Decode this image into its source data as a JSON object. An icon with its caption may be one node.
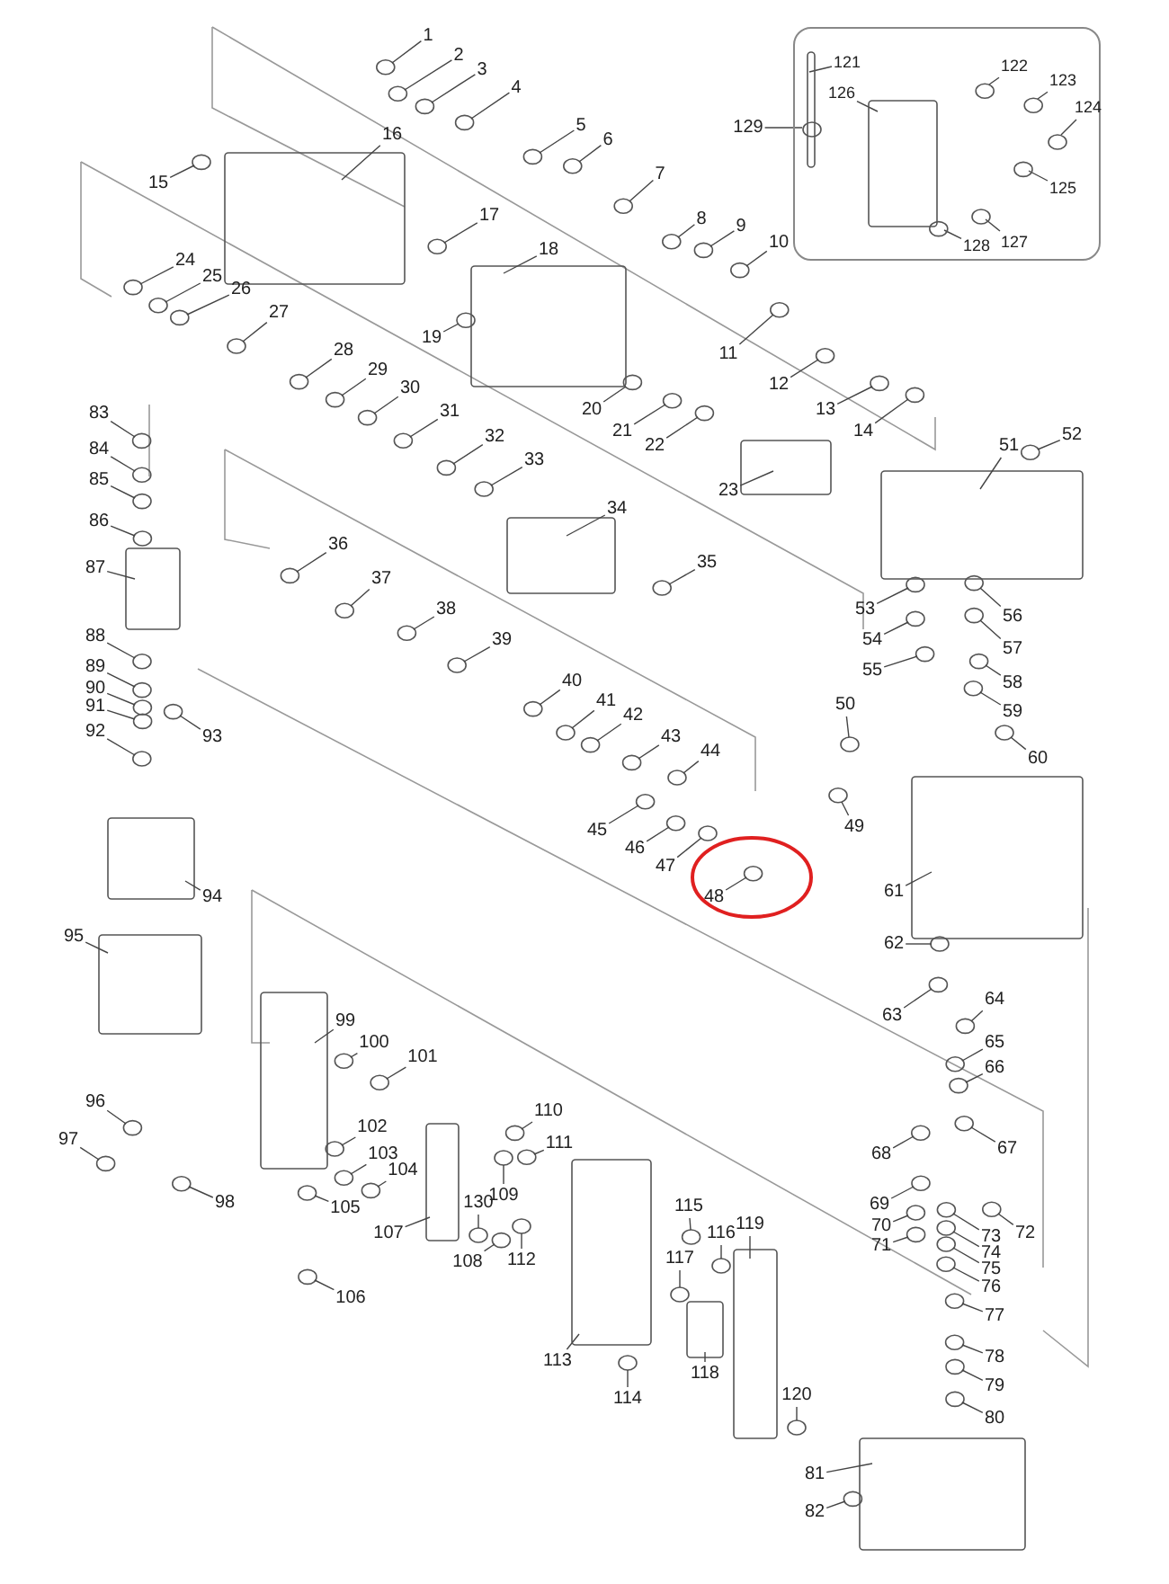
{
  "diagram": {
    "nodes": [
      {
        "text": [],
        "shape": "box"
      },
      {
        "text": [
          "1"
        ]
      },
      {
        "text": [
          "2"
        ]
      },
      {
        "text": [
          "3"
        ]
      },
      {
        "text": [
          "4"
        ]
      },
      {
        "text": [
          "5"
        ]
      },
      {
        "text": [
          "6"
        ]
      },
      {
        "text": [
          "7"
        ]
      },
      {
        "text": [
          "8"
        ]
      },
      {
        "text": [
          "9"
        ]
      },
      {
        "text": [
          "10"
        ]
      },
      {
        "text": [
          "11"
        ]
      },
      {
        "text": [
          "12"
        ]
      },
      {
        "text": [
          "13"
        ]
      },
      {
        "text": [
          "14"
        ]
      },
      {
        "text": [
          "15"
        ]
      },
      {
        "text": [
          "16"
        ]
      },
      {
        "text": [
          "17"
        ]
      },
      {
        "text": [
          "18"
        ]
      },
      {
        "text": [
          "19"
        ]
      },
      {
        "text": [
          "20"
        ]
      },
      {
        "text": [
          "21"
        ]
      },
      {
        "text": [
          "22"
        ]
      },
      {
        "text": [
          "23"
        ]
      },
      {
        "text": [
          "24"
        ]
      },
      {
        "text": [
          "25"
        ]
      },
      {
        "text": [
          "26"
        ]
      },
      {
        "text": [
          "27"
        ]
      },
      {
        "text": [
          "28"
        ]
      },
      {
        "text": [
          "29"
        ]
      },
      {
        "text": [
          "30"
        ]
      },
      {
        "text": [
          "31"
        ]
      },
      {
        "text": [
          "32"
        ]
      },
      {
        "text": [
          "33"
        ]
      },
      {
        "text": [
          "34"
        ]
      },
      {
        "text": [
          "35"
        ]
      },
      {
        "text": [
          "36"
        ]
      },
      {
        "text": [
          "37"
        ]
      },
      {
        "text": [
          "38"
        ]
      },
      {
        "text": [
          "39"
        ]
      },
      {
        "text": [
          "40"
        ]
      },
      {
        "text": [
          "41"
        ]
      },
      {
        "text": [
          "42"
        ]
      },
      {
        "text": [
          "43"
        ]
      },
      {
        "text": [
          "44"
        ]
      },
      {
        "text": [
          "45"
        ]
      },
      {
        "text": [
          "46"
        ]
      },
      {
        "text": [
          "47"
        ]
      },
      {
        "text": [
          "48"
        ]
      },
      {
        "text": [
          "49"
        ]
      },
      {
        "text": [
          "50"
        ]
      },
      {
        "text": [
          "51"
        ]
      },
      {
        "text": [
          "52"
        ]
      },
      {
        "text": [
          "53"
        ]
      },
      {
        "text": [
          "54"
        ]
      },
      {
        "text": [
          "55"
        ]
      },
      {
        "text": [
          "56"
        ]
      },
      {
        "text": [
          "57"
        ]
      },
      {
        "text": [
          "58"
        ]
      },
      {
        "text": [
          "59"
        ]
      },
      {
        "text": [
          "60"
        ]
      },
      {
        "text": [
          "61"
        ]
      },
      {
        "text": [
          "62"
        ]
      },
      {
        "text": [
          "63"
        ]
      },
      {
        "text": [
          "64"
        ]
      },
      {
        "text": [
          "65"
        ]
      },
      {
        "text": [
          "66"
        ]
      },
      {
        "text": [
          "67"
        ]
      },
      {
        "text": [
          "68"
        ]
      },
      {
        "text": [
          "69"
        ]
      },
      {
        "text": [
          "70"
        ]
      },
      {
        "text": [
          "71"
        ]
      },
      {
        "text": [
          "72"
        ]
      },
      {
        "text": [
          "73"
        ]
      },
      {
        "text": [
          "74"
        ]
      },
      {
        "text": [
          "75"
        ]
      },
      {
        "text": [
          "76"
        ]
      },
      {
        "text": [
          "77"
        ]
      },
      {
        "text": [
          "78"
        ]
      },
      {
        "text": [
          "79"
        ]
      },
      {
        "text": [
          "80"
        ]
      },
      {
        "text": [
          "81"
        ]
      },
      {
        "text": [
          "82"
        ]
      },
      {
        "text": [
          "83"
        ]
      },
      {
        "text": [
          "84"
        ]
      },
      {
        "text": [
          "85"
        ]
      },
      {
        "text": [
          "86"
        ]
      },
      {
        "text": [
          "87"
        ]
      },
      {
        "text": [
          "88"
        ]
      },
      {
        "text": [
          "89"
        ]
      },
      {
        "text": [
          "90"
        ]
      },
      {
        "text": [
          "91"
        ]
      },
      {
        "text": [
          "92"
        ]
      },
      {
        "text": [
          "93"
        ]
      },
      {
        "text": [
          "94"
        ]
      },
      {
        "text": [
          "95"
        ]
      },
      {
        "text": [
          "96"
        ]
      },
      {
        "text": [
          "97"
        ]
      },
      {
        "text": [
          "98"
        ]
      },
      {
        "text": [
          "99"
        ]
      },
      {
        "text": [
          "100"
        ]
      },
      {
        "text": [
          "101"
        ]
      },
      {
        "text": [
          "102"
        ]
      },
      {
        "text": [
          "103"
        ]
      },
      {
        "text": [
          "104"
        ]
      },
      {
        "text": [
          "105"
        ]
      },
      {
        "text": [
          "106"
        ]
      },
      {
        "text": [
          "107"
        ]
      },
      {
        "text": [
          "108"
        ]
      },
      {
        "text": [
          "109"
        ]
      },
      {
        "text": [
          "110"
        ]
      },
      {
        "text": [
          "111"
        ]
      },
      {
        "text": [
          "112"
        ]
      },
      {
        "text": [
          "113"
        ]
      },
      {
        "text": [
          "114"
        ]
      },
      {
        "text": [
          "115"
        ]
      },
      {
        "text": [
          "116"
        ]
      },
      {
        "text": [
          "117"
        ]
      },
      {
        "text": [
          "118"
        ]
      },
      {
        "text": [
          "119"
        ]
      },
      {
        "text": [
          "120"
        ]
      },
      {
        "text": [
          "121"
        ],
        "in": 0
      },
      {
        "text": [
          "122"
        ],
        "in": 0
      },
      {
        "text": [
          "123"
        ],
        "in": 0
      },
      {
        "text": [
          "124"
        ],
        "in": 0
      },
      {
        "text": [
          "125"
        ],
        "in": 0
      },
      {
        "text": [
          "126"
        ],
        "in": 0
      },
      {
        "text": [
          "127"
        ],
        "in": 0
      },
      {
        "text": [
          "128"
        ],
        "in": 0
      },
      {
        "text": [
          "129"
        ]
      },
      {
        "text": [
          "130"
        ]
      },
      {
        "text": [],
        "shape": "circle"
      },
      {
        "text": [],
        "shape": "circle"
      },
      {
        "text": [],
        "shape": "circle"
      },
      {
        "text": [],
        "shape": "circle"
      },
      {
        "text": [],
        "shape": "circle"
      },
      {
        "text": [],
        "shape": "circle"
      },
      {
        "text": [],
        "shape": "circle"
      },
      {
        "text": [],
        "shape": "circle"
      },
      {
        "text": [],
        "shape": "circle"
      },
      {
        "text": [],
        "shape": "circle"
      },
      {
        "text": [],
        "shape": "circle"
      },
      {
        "text": [],
        "shape": "circle"
      },
      {
        "text": [],
        "shape": "circle"
      },
      {
        "text": [],
        "shape": "circle"
      },
      {
        "text": [],
        "shape": "circle"
      },
      {
        "text": [],
        "shape": "box"
      },
      {
        "text": [],
        "shape": "circle"
      },
      {
        "text": [],
        "shape": "box"
      },
      {
        "text": [],
        "shape": "circle"
      },
      {
        "text": [],
        "shape": "circle"
      },
      {
        "text": [],
        "shape": "circle"
      },
      {
        "text": [],
        "shape": "circle"
      },
      {
        "text": [],
        "shape": "box"
      },
      {
        "text": [],
        "shape": "circle"
      },
      {
        "text": [],
        "shape": "circle"
      },
      {
        "text": [],
        "shape": "circle"
      },
      {
        "text": [],
        "shape": "circle"
      },
      {
        "text": [],
        "shape": "circle"
      },
      {
        "text": [],
        "shape": "circle"
      },
      {
        "text": [],
        "shape": "circle"
      },
      {
        "text": [],
        "shape": "circle"
      },
      {
        "text": [],
        "shape": "circle"
      },
      {
        "text": [],
        "shape": "circle"
      },
      {
        "text": [],
        "shape": "box"
      },
      {
        "text": [],
        "shape": "circle"
      },
      {
        "text": [],
        "shape": "circle"
      },
      {
        "text": [],
        "shape": "circle"
      },
      {
        "text": [],
        "shape": "circle"
      },
      {
        "text": [],
        "shape": "circle"
      },
      {
        "text": [],
        "shape": "circle"
      },
      {
        "text": [],
        "shape": "circle"
      },
      {
        "text": [],
        "shape": "circle"
      },
      {
        "text": [],
        "shape": "circle"
      },
      {
        "text": [],
        "shape": "circle"
      },
      {
        "text": [],
        "shape": "circle"
      },
      {
        "text": [],
        "shape": "circle"
      },
      {
        "text": [],
        "shape": "circle"
      },
      {
        "text": [],
        "shape": "circle"
      },
      {
        "text": [],
        "shape": "circle"
      },
      {
        "text": [],
        "shape": "circle"
      },
      {
        "text": [],
        "shape": "box"
      },
      {
        "text": [],
        "shape": "circle"
      },
      {
        "text": [],
        "shape": "circle"
      },
      {
        "text": [],
        "shape": "circle"
      },
      {
        "text": [],
        "shape": "circle"
      },
      {
        "text": [],
        "shape": "circle"
      },
      {
        "text": [],
        "shape": "circle"
      },
      {
        "text": [],
        "shape": "circle"
      },
      {
        "text": [],
        "shape": "circle"
      },
      {
        "text": [],
        "shape": "circle"
      },
      {
        "text": [],
        "shape": "box"
      },
      {
        "text": [],
        "shape": "circle"
      },
      {
        "text": [],
        "shape": "circle"
      },
      {
        "text": [],
        "shape": "circle"
      },
      {
        "text": [],
        "shape": "circle"
      },
      {
        "text": [],
        "shape": "circle"
      },
      {
        "text": [],
        "shape": "circle"
      },
      {
        "text": [],
        "shape": "circle"
      },
      {
        "text": [],
        "shape": "circle"
      },
      {
        "text": [],
        "shape": "circle"
      },
      {
        "text": [],
        "shape": "circle"
      },
      {
        "text": [],
        "shape": "circle"
      },
      {
        "text": [],
        "shape": "circle"
      },
      {
        "text": [],
        "shape": "circle"
      },
      {
        "text": [],
        "shape": "circle"
      },
      {
        "text": [],
        "shape": "circle"
      },
      {
        "text": [],
        "shape": "circle"
      },
      {
        "text": [],
        "shape": "circle"
      },
      {
        "text": [],
        "shape": "circle"
      },
      {
        "text": [],
        "shape": "circle"
      },
      {
        "text": [],
        "shape": "box"
      },
      {
        "text": [],
        "shape": "circle"
      },
      {
        "text": [],
        "shape": "circle"
      },
      {
        "text": [],
        "shape": "circle"
      },
      {
        "text": [],
        "shape": "circle"
      },
      {
        "text": [],
        "shape": "circle"
      },
      {
        "text": [],
        "shape": "box"
      },
      {
        "text": [],
        "shape": "circle"
      },
      {
        "text": [],
        "shape": "circle"
      },
      {
        "text": [],
        "shape": "circle"
      },
      {
        "text": [],
        "shape": "circle"
      },
      {
        "text": [],
        "shape": "circle"
      },
      {
        "text": [],
        "shape": "circle"
      },
      {
        "text": [],
        "shape": "box"
      },
      {
        "text": [],
        "shape": "box"
      },
      {
        "text": [],
        "shape": "circle"
      },
      {
        "text": [],
        "shape": "circle"
      },
      {
        "text": [],
        "shape": "circle"
      },
      {
        "text": [],
        "shape": "box"
      },
      {
        "text": [],
        "shape": "circle"
      },
      {
        "text": [],
        "shape": "circle"
      },
      {
        "text": [],
        "shape": "circle"
      },
      {
        "text": [],
        "shape": "circle"
      },
      {
        "text": [],
        "shape": "circle"
      },
      {
        "text": [],
        "shape": "circle"
      },
      {
        "text": [],
        "shape": "circle"
      },
      {
        "text": [],
        "shape": "box"
      },
      {
        "text": [],
        "shape": "circle"
      },
      {
        "text": [],
        "shape": "circle"
      },
      {
        "text": [],
        "shape": "circle"
      },
      {
        "text": [],
        "shape": "circle"
      },
      {
        "text": [],
        "shape": "circle"
      },
      {
        "text": [],
        "shape": "box"
      },
      {
        "text": [],
        "shape": "circle"
      },
      {
        "text": [],
        "shape": "circle"
      },
      {
        "text": [],
        "shape": "circle"
      },
      {
        "text": [],
        "shape": "circle"
      },
      {
        "text": [],
        "shape": "box"
      },
      {
        "text": [],
        "shape": "box"
      },
      {
        "text": [],
        "shape": "circle"
      },
      {
        "text": [],
        "shape": "box",
        "in": 0
      },
      {
        "text": [],
        "shape": "circle",
        "in": 0
      },
      {
        "text": [],
        "shape": "circle",
        "in": 0
      },
      {
        "text": [],
        "shape": "circle",
        "in": 0
      },
      {
        "text": [],
        "shape": "circle",
        "in": 0
      },
      {
        "text": [],
        "shape": "box",
        "in": 0
      },
      {
        "text": [],
        "shape": "circle",
        "in": 0
      },
      {
        "text": [],
        "shape": "circle",
        "in": 0
      },
      {
        "text": [],
        "shape": "circle",
        "in": 0
      },
      {
        "text": [],
        "shape": "circle"
      }
    ],
    "edges": [
      {
        "from": 1,
        "to": 131,
        "arrow": "none"
      },
      {
        "from": 2,
        "to": 132,
        "arrow": "none"
      },
      {
        "from": 3,
        "to": 133,
        "arrow": "none"
      },
      {
        "from": 4,
        "to": 134,
        "arrow": "none"
      },
      {
        "from": 5,
        "to": 135,
        "arrow": "none"
      },
      {
        "from": 6,
        "to": 136,
        "arrow": "none"
      },
      {
        "from": 7,
        "to": 137,
        "arrow": "none"
      },
      {
        "from": 8,
        "to": 138,
        "arrow": "none"
      },
      {
        "from": 9,
        "to": 139,
        "arrow": "none"
      },
      {
        "from": 10,
        "to": 140,
        "arrow": "none"
      },
      {
        "from": 11,
        "to": 141,
        "arrow": "none"
      },
      {
        "from": 12,
        "to": 142,
        "arrow": "none"
      },
      {
        "from": 13,
        "to": 143,
        "arrow": "none"
      },
      {
        "from": 14,
        "to": 144,
        "arrow": "none"
      },
      {
        "from": 15,
        "to": 145,
        "arrow": "none"
      },
      {
        "from": 16,
        "to": 146,
        "arrow": "none"
      },
      {
        "from": 17,
        "to": 147,
        "arrow": "none"
      },
      {
        "from": 18,
        "to": 148,
        "arrow": "none"
      },
      {
        "from": 19,
        "to": 149,
        "arrow": "none"
      },
      {
        "from": 20,
        "to": 150,
        "arrow": "none"
      },
      {
        "from": 21,
        "to": 151,
        "arrow": "none"
      },
      {
        "from": 22,
        "to": 152,
        "arrow": "none"
      },
      {
        "from": 23,
        "to": 153,
        "arrow": "none"
      },
      {
        "from": 24,
        "to": 154,
        "arrow": "none"
      },
      {
        "from": 25,
        "to": 155,
        "arrow": "none"
      },
      {
        "from": 26,
        "to": 156,
        "arrow": "none"
      },
      {
        "from": 27,
        "to": 157,
        "arrow": "none"
      },
      {
        "from": 28,
        "to": 158,
        "arrow": "none"
      },
      {
        "from": 29,
        "to": 159,
        "arrow": "none"
      },
      {
        "from": 30,
        "to": 160,
        "arrow": "none"
      },
      {
        "from": 31,
        "to": 161,
        "arrow": "none"
      },
      {
        "from": 32,
        "to": 162,
        "arrow": "none"
      },
      {
        "from": 33,
        "to": 163,
        "arrow": "none"
      },
      {
        "from": 34,
        "to": 164,
        "arrow": "none"
      },
      {
        "from": 35,
        "to": 165,
        "arrow": "none"
      },
      {
        "from": 36,
        "to": 166,
        "arrow": "none"
      },
      {
        "from": 37,
        "to": 167,
        "arrow": "none"
      },
      {
        "from": 38,
        "to": 168,
        "arrow": "none"
      },
      {
        "from": 39,
        "to": 169,
        "arrow": "none"
      },
      {
        "from": 40,
        "to": 170,
        "arrow": "none"
      },
      {
        "from": 41,
        "to": 171,
        "arrow": "none"
      },
      {
        "from": 42,
        "to": 172,
        "arrow": "none"
      },
      {
        "from": 43,
        "to": 173,
        "arrow": "none"
      },
      {
        "from": 44,
        "to": 174,
        "arrow": "none"
      },
      {
        "from": 45,
        "to": 175,
        "arrow": "none"
      },
      {
        "from": 46,
        "to": 176,
        "arrow": "none"
      },
      {
        "from": 47,
        "to": 177,
        "arrow": "none"
      },
      {
        "from": 48,
        "to": 178,
        "arrow": "none"
      },
      {
        "from": 49,
        "to": 179,
        "arrow": "none"
      },
      {
        "from": 50,
        "to": 180,
        "arrow": "none"
      },
      {
        "from": 51,
        "to": 181,
        "arrow": "none"
      },
      {
        "from": 52,
        "to": 182,
        "arrow": "none"
      },
      {
        "from": 53,
        "to": 183,
        "arrow": "none"
      },
      {
        "from": 54,
        "to": 184,
        "arrow": "none"
      },
      {
        "from": 55,
        "to": 185,
        "arrow": "none"
      },
      {
        "from": 56,
        "to": 186,
        "arrow": "none"
      },
      {
        "from": 57,
        "to": 187,
        "arrow": "none"
      },
      {
        "from": 58,
        "to": 188,
        "arrow": "none"
      },
      {
        "from": 59,
        "to": 189,
        "arrow": "none"
      },
      {
        "from": 60,
        "to": 190,
        "arrow": "none"
      },
      {
        "from": 61,
        "to": 191,
        "arrow": "none"
      },
      {
        "from": 62,
        "to": 192,
        "arrow": "none"
      },
      {
        "from": 63,
        "to": 193,
        "arrow": "none"
      },
      {
        "from": 64,
        "to": 194,
        "arrow": "none"
      },
      {
        "from": 65,
        "to": 195,
        "arrow": "none"
      },
      {
        "from": 66,
        "to": 196,
        "arrow": "none"
      },
      {
        "from": 67,
        "to": 197,
        "arrow": "none"
      },
      {
        "from": 68,
        "to": 198,
        "arrow": "none"
      },
      {
        "from": 69,
        "to": 199,
        "arrow": "none"
      },
      {
        "from": 70,
        "to": 200,
        "arrow": "none"
      },
      {
        "from": 71,
        "to": 201,
        "arrow": "none"
      },
      {
        "from": 72,
        "to": 202,
        "arrow": "none"
      },
      {
        "from": 73,
        "to": 203,
        "arrow": "none"
      },
      {
        "from": 74,
        "to": 204,
        "arrow": "none"
      },
      {
        "from": 75,
        "to": 205,
        "arrow": "none"
      },
      {
        "from": 76,
        "to": 206,
        "arrow": "none"
      },
      {
        "from": 77,
        "to": 207,
        "arrow": "none"
      },
      {
        "from": 78,
        "to": 208,
        "arrow": "none"
      },
      {
        "from": 79,
        "to": 209,
        "arrow": "none"
      },
      {
        "from": 80,
        "to": 210,
        "arrow": "none"
      },
      {
        "from": 81,
        "to": 211,
        "arrow": "none"
      },
      {
        "from": 82,
        "to": 212,
        "arrow": "none"
      },
      {
        "from": 83,
        "to": 213,
        "arrow": "none"
      },
      {
        "from": 84,
        "to": 214,
        "arrow": "none"
      },
      {
        "from": 85,
        "to": 215,
        "arrow": "none"
      },
      {
        "from": 86,
        "to": 216,
        "arrow": "none"
      },
      {
        "from": 87,
        "to": 217,
        "arrow": "none"
      },
      {
        "from": 88,
        "to": 218,
        "arrow": "none"
      },
      {
        "from": 89,
        "to": 219,
        "arrow": "none"
      },
      {
        "from": 90,
        "to": 220,
        "arrow": "none"
      },
      {
        "from": 91,
        "to": 221,
        "arrow": "none"
      },
      {
        "from": 92,
        "to": 222,
        "arrow": "none"
      },
      {
        "from": 93,
        "to": 223,
        "arrow": "none"
      },
      {
        "from": 94,
        "to": 224,
        "arrow": "none"
      },
      {
        "from": 95,
        "to": 225,
        "arrow": "none"
      },
      {
        "from": 96,
        "to": 226,
        "arrow": "none"
      },
      {
        "from": 97,
        "to": 227,
        "arrow": "none"
      },
      {
        "from": 98,
        "to": 228,
        "arrow": "none"
      },
      {
        "from": 99,
        "to": 229,
        "arrow": "none"
      },
      {
        "from": 100,
        "to": 230,
        "arrow": "none"
      },
      {
        "from": 101,
        "to": 231,
        "arrow": "none"
      },
      {
        "from": 102,
        "to": 232,
        "arrow": "none"
      },
      {
        "from": 103,
        "to": 233,
        "arrow": "none"
      },
      {
        "from": 104,
        "to": 234,
        "arrow": "none"
      },
      {
        "from": 105,
        "to": 235,
        "arrow": "none"
      },
      {
        "from": 106,
        "to": 236,
        "arrow": "none"
      },
      {
        "from": 107,
        "to": 237,
        "arrow": "none"
      },
      {
        "from": 108,
        "to": 238,
        "arrow": "none"
      },
      {
        "from": 109,
        "to": 239,
        "arrow": "none"
      },
      {
        "from": 110,
        "to": 240,
        "arrow": "none"
      },
      {
        "from": 111,
        "to": 241,
        "arrow": "none"
      },
      {
        "from": 112,
        "to": 242,
        "arrow": "none"
      },
      {
        "from": 113,
        "to": 243,
        "arrow": "none"
      },
      {
        "from": 114,
        "to": 244,
        "arrow": "none"
      },
      {
        "from": 115,
        "to": 245,
        "arrow": "none"
      },
      {
        "from": 116,
        "to": 246,
        "arrow": "none"
      },
      {
        "from": 117,
        "to": 247,
        "arrow": "none"
      },
      {
        "from": 118,
        "to": 248,
        "arrow": "none"
      },
      {
        "from": 119,
        "to": 249,
        "arrow": "none"
      },
      {
        "from": 120,
        "to": 250,
        "arrow": "none"
      },
      {
        "from": 121,
        "to": 251,
        "arrow": "none"
      },
      {
        "from": 122,
        "to": 252,
        "arrow": "none"
      },
      {
        "from": 123,
        "to": 253,
        "arrow": "none"
      },
      {
        "from": 124,
        "to": 254,
        "arrow": "none"
      },
      {
        "from": 125,
        "to": 255,
        "arrow": "none"
      },
      {
        "from": 126,
        "to": 256,
        "arrow": "none"
      },
      {
        "from": 127,
        "to": 257,
        "arrow": "none"
      },
      {
        "from": 128,
        "to": 258,
        "arrow": "none"
      },
      {
        "from": 129,
        "to": 259,
        "arrow": "none"
      },
      {
        "from": 130,
        "to": 260,
        "arrow": "none"
      }
    ]
  }
}
